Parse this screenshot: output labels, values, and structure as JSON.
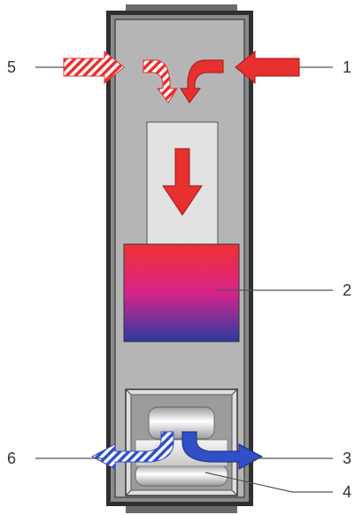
{
  "callouts": [
    {
      "id": "callout-1",
      "text": "1"
    },
    {
      "id": "callout-2",
      "text": "2"
    },
    {
      "id": "callout-3",
      "text": "3"
    },
    {
      "id": "callout-4",
      "text": "4"
    },
    {
      "id": "callout-5",
      "text": "5"
    },
    {
      "id": "callout-6",
      "text": "6"
    }
  ],
  "colors": {
    "housing_frame": "#3a3a3a",
    "housing_fill": "#b4b4b4",
    "inner_panel": "#e0e0e0",
    "heat_top": "#f03030",
    "heat_mid": "#d8248c",
    "heat_bottom": "#2a3aa0",
    "hot_arrow": "#e83030",
    "hot_arrow_stripe": "#f5b0b0",
    "cold_arrow": "#3050c8",
    "cold_arrow_stripe": "#b8c8ee",
    "leader_line": "#555555"
  },
  "icons": {
    "incoming_hot": "arrow-right-icon",
    "incoming_hot_striped": "arrow-right-icon",
    "downflow": "arrow-down-icon",
    "outgoing_cold": "arrow-right-icon",
    "outgoing_cold_striped": "arrow-left-icon"
  }
}
